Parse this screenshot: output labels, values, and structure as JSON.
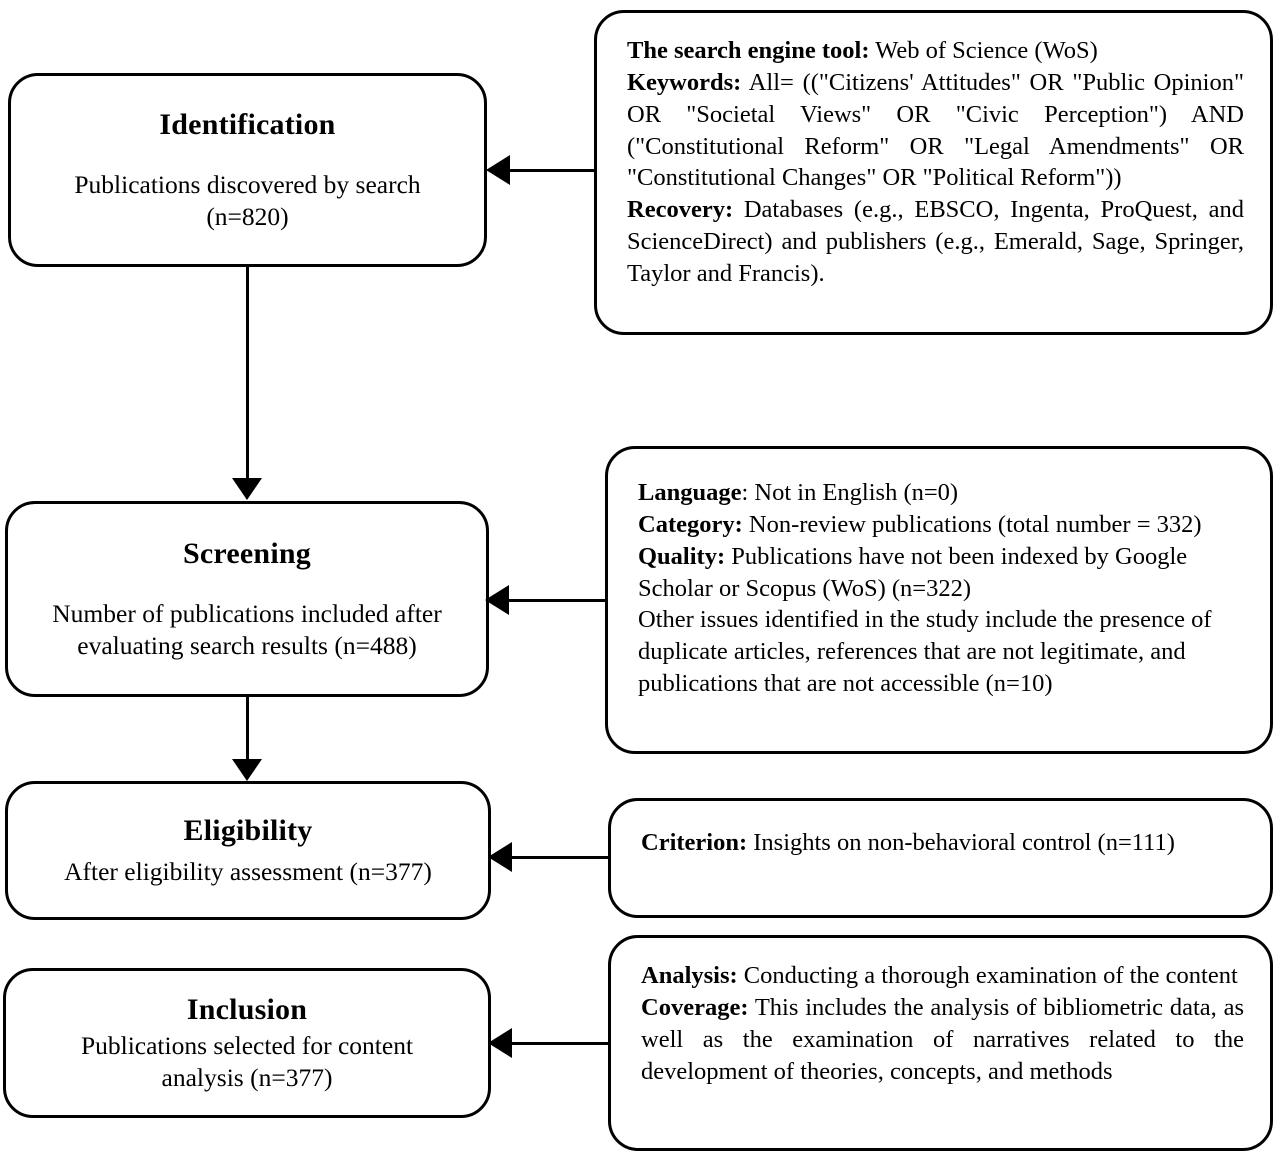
{
  "diagram": {
    "type": "prisma-flow-diagram",
    "stages": [
      {
        "key": "identification",
        "title": "Identification",
        "subtitle_line1": "Publications discovered by search",
        "subtitle_line2": "(n=820)"
      },
      {
        "key": "screening",
        "title": "Screening",
        "subtitle_line1": "Number of publications included after",
        "subtitle_line2": "evaluating search results (n=488)"
      },
      {
        "key": "eligibility",
        "title": "Eligibility",
        "subtitle_line1": "After eligibility assessment (n=377)",
        "subtitle_line2": ""
      },
      {
        "key": "inclusion",
        "title": "Inclusion",
        "subtitle_line1": "Publications selected for content",
        "subtitle_line2": "analysis (n=377)"
      }
    ],
    "details": [
      {
        "key": "identification-details",
        "entries": [
          {
            "label": "The search engine tool:",
            "text": " Web of Science (WoS)"
          },
          {
            "label": "Keywords:",
            "text": " All= ((\"Citizens' Attitudes\" OR \"Public Opinion\" OR \"Societal Views\" OR \"Civic Perception\") AND (\"Constitutional Reform\" OR \"Legal Amendments\" OR \"Constitutional Changes\" OR \"Political Reform\"))"
          },
          {
            "label": "Recovery:",
            "text": " Databases (e.g., EBSCO, Ingenta, ProQuest, and ScienceDirect) and publishers (e.g., Emerald, Sage, Springer, Taylor and Francis)."
          }
        ]
      },
      {
        "key": "screening-details",
        "entries": [
          {
            "label": "Language",
            "text": ": Not in English (n=0)"
          },
          {
            "label": "Category:",
            "text": " Non-review publications (total number = 332)"
          },
          {
            "label": "Quality:",
            "text": " Publications have not been indexed by Google Scholar or Scopus (WoS) (n=322)"
          },
          {
            "label": "",
            "text": "Other issues identified in the study include the presence of duplicate articles, references that are not legitimate, and publications that are not accessible (n=10)"
          }
        ]
      },
      {
        "key": "eligibility-details",
        "entries": [
          {
            "label": "Criterion:",
            "text": " Insights on non-behavioral control (n=111)"
          }
        ]
      },
      {
        "key": "inclusion-details",
        "entries": [
          {
            "label": "Analysis:",
            "text": " Conducting a thorough examination of the content"
          },
          {
            "label": "Coverage:",
            "text": " This includes the analysis of bibliometric data, as well as the examination of narratives related to the development of theories, concepts, and methods"
          }
        ]
      }
    ],
    "colors": {
      "stroke": "#000000",
      "background": "#ffffff",
      "text": "#000000"
    }
  }
}
